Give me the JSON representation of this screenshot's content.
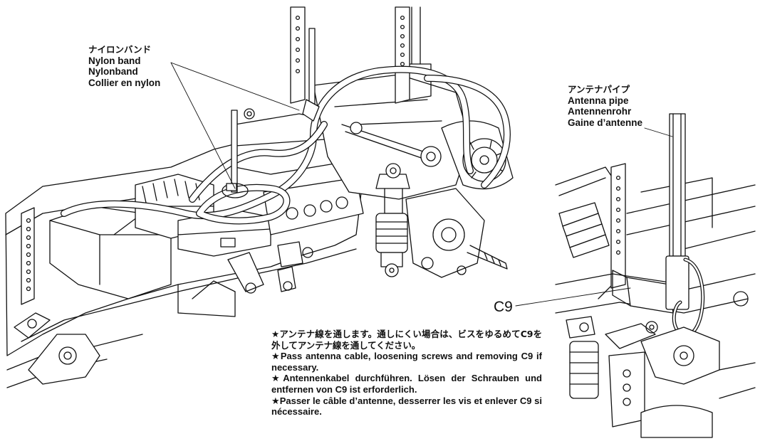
{
  "labels": {
    "nylon_band": {
      "ja": "ナイロンバンド",
      "en": "Nylon band",
      "de": "Nylonband",
      "fr": "Collier en nylon"
    },
    "antenna_pipe": {
      "ja": "アンテナパイプ",
      "en": "Antenna pipe",
      "de": "Antennenrohr",
      "fr": "Gaine d’antenne"
    },
    "part_c9": "C9"
  },
  "note": {
    "ja": "★アンテナ線を通します。通しにくい場合は、ビスをゆるめてC9を外してアンテナ線を通してください。",
    "en": "★Pass antenna cable, loosening screws and removing C9 if necessary.",
    "de": "★Antennenkabel durchführen. Lösen der Schrauben und entfernen von C9 ist erforderlich.",
    "fr": "★Passer le câble d’antenne, desserrer les vis et enlever C9 si nécessaire."
  }
}
